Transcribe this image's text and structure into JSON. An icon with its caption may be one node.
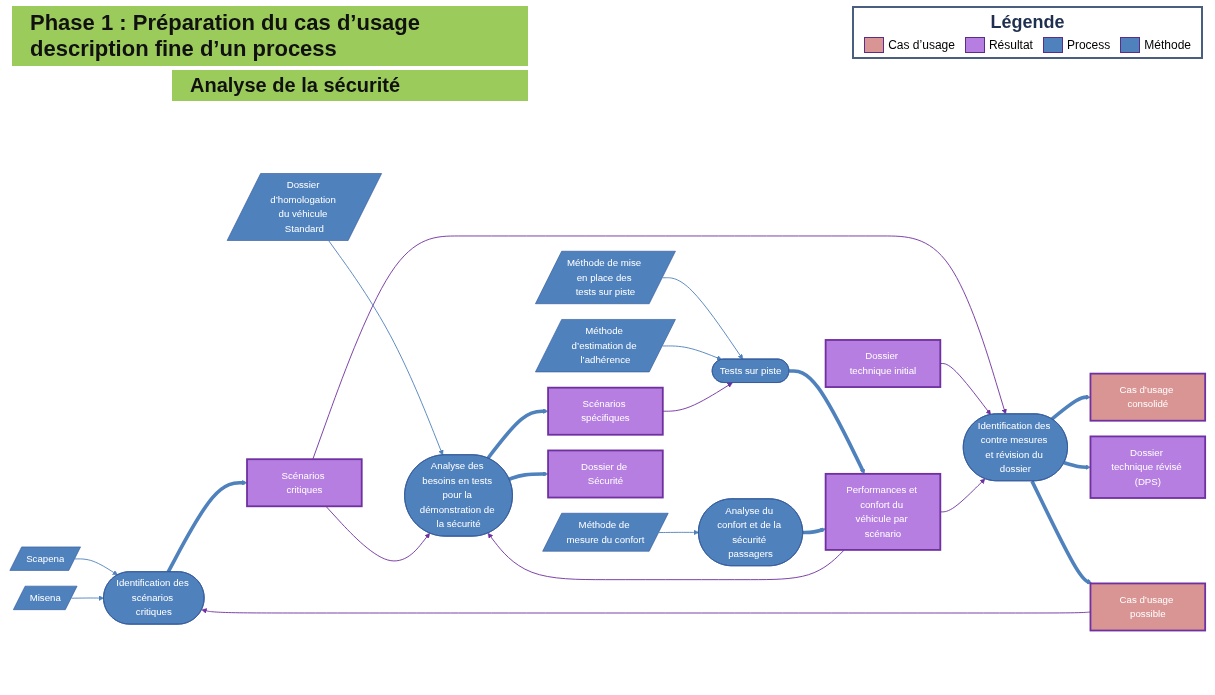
{
  "diagram": {
    "title": "Phase 1 : Préparation du cas d’usage description fine d’un process",
    "nodes": [
      {
        "text": [
          "Scapena"
        ]
      },
      {
        "text": [
          "Misena"
        ]
      },
      {
        "text": [
          "Dossier d’homologation du véhicule Standard"
        ]
      },
      {
        "text": [
          "Méthode de mise en place des tests sur piste"
        ]
      },
      {
        "text": [
          "Méthode d’estimation de l’adhérence"
        ]
      },
      {
        "text": [
          "Méthode de mesure du confort"
        ]
      },
      {
        "text": [
          "Identification des scénarios critiques"
        ]
      },
      {
        "text": [
          "Analyse des besoins en tests pour la démonstration de la sécurité"
        ]
      },
      {
        "text": [
          "Scénarios critiques"
        ]
      },
      {
        "text": [
          "Scénarios spécifiques"
        ]
      },
      {
        "text": [
          "Dossier de Sécurité"
        ]
      },
      {
        "text": [
          "Tests sur piste"
        ]
      },
      {
        "text": [
          "Cas d’usage possible"
        ]
      },
      {
        "text": [
          "Dossier technique initial"
        ]
      },
      {
        "text": [
          "Identification des contre mesures et révision du dossier"
        ]
      },
      {
        "text": [
          "Analyse du confort et de la sécurité passagers"
        ]
      },
      {
        "text": [
          "Cas d’usage consolidé"
        ]
      },
      {
        "text": [
          "Performances et confort du véhicule par scénario"
        ]
      },
      {
        "text": [
          "Dossier technique révisé (DPS)"
        ]
      }
    ],
    "edges": [
      {
        "from": 0,
        "to": 6,
        "arrow": "to"
      },
      {
        "from": 1,
        "to": 6,
        "arrow": "to"
      },
      {
        "from": 2,
        "to": 7,
        "arrow": "to"
      },
      {
        "from": 3,
        "to": 11,
        "arrow": "to"
      },
      {
        "from": 4,
        "to": 11,
        "arrow": "to"
      },
      {
        "from": 5,
        "to": 15,
        "arrow": "to"
      },
      {
        "from": 6,
        "to": 8,
        "arrow": "to",
        "style": "thick"
      },
      {
        "from": 8,
        "to": 7,
        "arrow": "to",
        "color": "#7030a0"
      },
      {
        "from": 8,
        "to": 14,
        "arrow": "to",
        "color": "#7030a0"
      },
      {
        "from": 12,
        "to": 6,
        "arrow": "to",
        "color": "#7030a0"
      },
      {
        "from": 13,
        "to": 14,
        "arrow": "to",
        "color": "#7030a0"
      },
      {
        "from": 7,
        "to": 9,
        "arrow": "to",
        "style": "thick"
      },
      {
        "from": 7,
        "to": 10,
        "arrow": "to",
        "style": "thick"
      },
      {
        "from": 9,
        "to": 11,
        "arrow": "to",
        "color": "#7030a0"
      },
      {
        "from": 11,
        "to": 17,
        "arrow": "to",
        "style": "thick"
      },
      {
        "from": 15,
        "to": 17,
        "arrow": "to",
        "style": "thick"
      },
      {
        "from": 17,
        "to": 7,
        "arrow": "to",
        "color": "#7030a0"
      },
      {
        "from": 17,
        "to": 14,
        "arrow": "to",
        "color": "#7030a0"
      },
      {
        "from": 14,
        "to": 16,
        "arrow": "to",
        "style": "thick"
      },
      {
        "from": 14,
        "to": 18,
        "arrow": "to",
        "style": "thick"
      },
      {
        "from": 14,
        "to": 12,
        "arrow": "to",
        "style": "thick"
      }
    ],
    "labels": [
      "Analyse de la sécurité",
      "Légende"
    ],
    "legend": [
      {
        "text": "Cas d’usage",
        "color": "#d99594"
      },
      {
        "text": "Résultat",
        "color": "#b57ee0"
      },
      {
        "text": "Process",
        "color": "#4f81bd"
      },
      {
        "text": "Méthode",
        "color": "#4f81bd"
      }
    ]
  }
}
